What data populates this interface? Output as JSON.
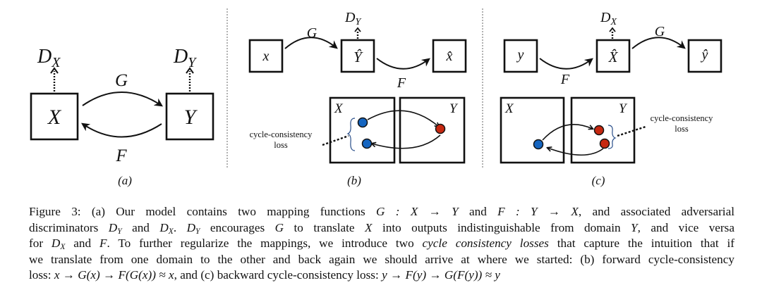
{
  "figure": {
    "panel_a": {
      "box_left": "X",
      "box_right": "Y",
      "disc_left": {
        "main": "D",
        "sub": "X"
      },
      "disc_right": {
        "main": "D",
        "sub": "Y"
      },
      "top_arrow_label": "G",
      "bottom_arrow_label": "F",
      "sublabel": "(a)"
    },
    "panel_b": {
      "box1": "x",
      "box2": "Ŷ",
      "box3": "x̂",
      "arrow1_label": "G",
      "arrow2_label": "F",
      "disc": {
        "main": "D",
        "sub": "Y"
      },
      "domain_left": "X",
      "domain_right": "Y",
      "loss_label_line1": "cycle-consistency",
      "loss_label_line2": "loss",
      "sublabel": "(b)"
    },
    "panel_c": {
      "box1": "y",
      "box2": "X̂",
      "box3": "ŷ",
      "arrow1_label": "F",
      "arrow2_label": "G",
      "disc": {
        "main": "D",
        "sub": "X"
      },
      "domain_left": "X",
      "domain_right": "Y",
      "loss_label_line1": "cycle-consistency",
      "loss_label_line2": "loss",
      "sublabel": "(c)"
    },
    "colors": {
      "blue_dot": "#1565c0",
      "red_dot": "#c62810",
      "brace": "#2a4f8a"
    }
  },
  "caption": {
    "l1": {
      "a": "Figure 3: (a) Our model contains two mapping functions ",
      "m1": "G : X → Y",
      "b": " and ",
      "m2": "F : Y → X",
      "c": ", and associated adversarial"
    },
    "l2": {
      "a": "discriminators ",
      "d1": "D",
      "d1s": "Y",
      "b": " and ",
      "d2": "D",
      "d2s": "X",
      "c": ". ",
      "d3": "D",
      "d3s": "Y",
      "d": " encourages ",
      "m1": "G",
      "e": " to translate ",
      "m2": "X",
      "f": " into outputs indistinguishable from domain ",
      "m3": "Y",
      "g": ", and vice versa"
    },
    "l3": {
      "a": "for ",
      "d1": "D",
      "d1s": "X",
      "b": " and ",
      "m1": "F",
      "c": ". To further regularize the mappings, we introduce two ",
      "em": "cycle consistency losses",
      "d": " that capture the intuition that if"
    },
    "l4": "we translate from one domain to the other and back again we should arrive at where we started: (b) forward cycle-consistency",
    "l5": {
      "a": "loss: ",
      "m1": "x → G(x) → F(G(x)) ≈ x",
      "b": ", and (c) backward cycle-consistency loss: ",
      "m2": "y → F(y) → G(F(y)) ≈ y"
    }
  }
}
